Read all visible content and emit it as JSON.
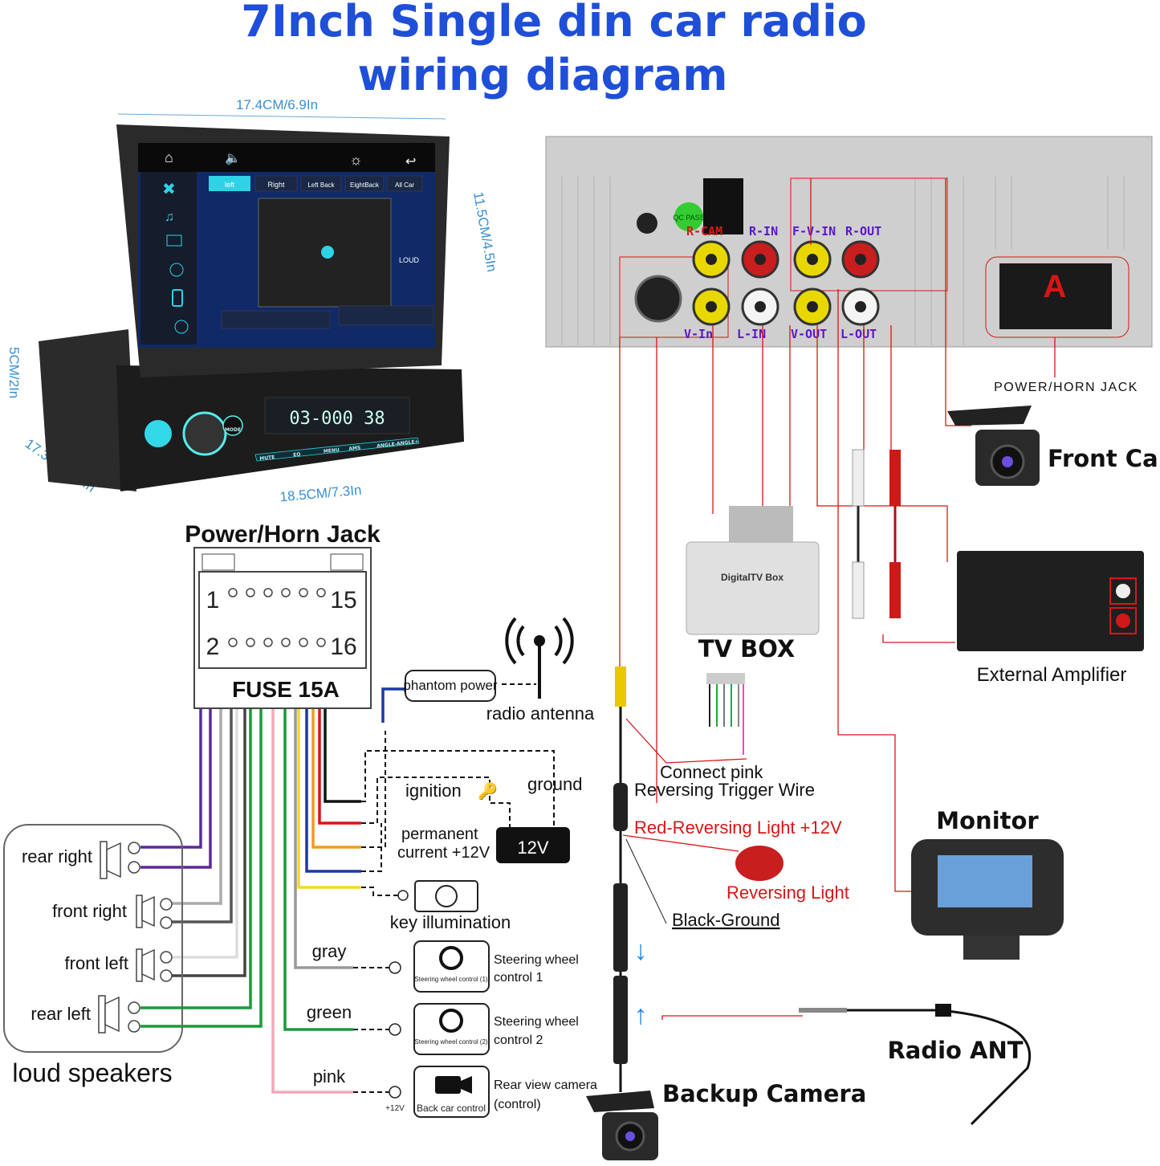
{
  "title": {
    "line1": "7Inch Single din car radio",
    "line2": "wiring diagram"
  },
  "dimensions": {
    "width_top": "17.4CM/6.9In",
    "height": "11.5CM/4.5In",
    "depth_left": "5CM/2In",
    "depth": "17.3CM/6.8In",
    "width_bottom": "18.5CM/7.3In"
  },
  "screen": {
    "tabs": [
      "left",
      "Right",
      "Left Back",
      "EightBack",
      "All Car"
    ],
    "active_tab": "left",
    "loud_label": "LOUD",
    "display": "03-000 38",
    "buttons": [
      "MODE",
      "MUTE",
      "EQ",
      "MENU",
      "AMS",
      "ANGLE-",
      "ANGLE+"
    ]
  },
  "rear_panel": {
    "jacks_top": [
      "R-CAM",
      "R-IN",
      "F-V-IN",
      "R-OUT"
    ],
    "jacks_bottom": [
      "V-In",
      "L-IN",
      "V-OUT",
      "L-OUT"
    ],
    "connector_label": "A",
    "sticker": "QC PASS",
    "power_label": "POWER/HORN JACK"
  },
  "devices": {
    "front_camera": "Front Camera",
    "tv_box": "TV BOX",
    "tv_box_label": "DigitalTV Box",
    "amplifier": "External Amplifier",
    "monitor": "Monitor",
    "radio_ant": "Radio ANT",
    "backup_camera": "Backup Camera"
  },
  "reversing": {
    "connect_pink": "Connect pink",
    "trigger_wire": "Reversing Trigger Wire",
    "red_light": "Red-Reversing Light +12V",
    "reversing_light": "Reversing Light",
    "black_ground": "Black-Ground"
  },
  "power_jack": {
    "title": "Power/Horn Jack",
    "pins": [
      "1",
      "15",
      "2",
      "16"
    ],
    "fuse": "FUSE  15A"
  },
  "connections": {
    "phantom_power": "phantom power",
    "radio_antenna": "radio antenna",
    "ignition": "ignition",
    "ground": "ground",
    "permanent_1": "permanent",
    "permanent_2": "current +12V",
    "battery": "12V",
    "key_illumination": "key illumination",
    "gray": "gray",
    "green": "green",
    "pink": "pink",
    "swc1_box": "Steering wheel control (1)",
    "swc1_1": "Steering wheel",
    "swc1_2": "control 1",
    "swc2_box": "Steering wheel control (2)",
    "swc2_1": "Steering wheel",
    "swc2_2": "control 2",
    "rear_cam_box": "Back car control",
    "rear_cam_1": "Rear view camera",
    "rear_cam_2": "(control)",
    "plus12": "+12V"
  },
  "speakers": {
    "items": [
      "rear right",
      "front right",
      "front left",
      "rear left"
    ],
    "label": "loud speakers"
  },
  "colors": {
    "title": "#1f4fd8",
    "jack_label": "#5a16c8",
    "wire_red": "#d81616"
  }
}
